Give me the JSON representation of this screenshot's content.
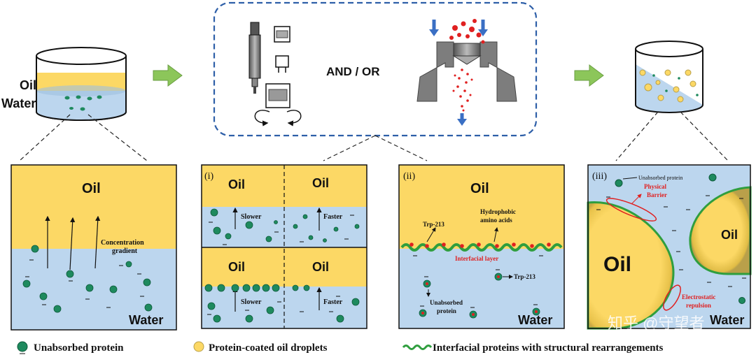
{
  "top": {
    "left_beaker": {
      "oil_label": "Oil",
      "water_label": "Water"
    },
    "process": {
      "and_or": "AND / OR"
    }
  },
  "panels": {
    "base": {
      "oil": "Oil",
      "water": "Water",
      "gradient_line1": "Concentration",
      "gradient_line2": "gradient"
    },
    "i": {
      "tag": "(i)",
      "top_left_oil": "Oil",
      "top_right_oil": "Oil",
      "bottom_left_oil": "Oil",
      "bottom_right_oil": "Oil",
      "slower_top": "Slower",
      "faster_top": "Faster",
      "slower_bottom": "Slower",
      "faster_bottom": "Faster"
    },
    "ii": {
      "tag": "(ii)",
      "oil": "Oil",
      "water": "Water",
      "trp_top": "Trp-213",
      "hydro_line1": "Hydrophobic",
      "hydro_line2": "amino acids",
      "interfacial": "Interfacial layer",
      "trp_bottom": "Trp-213",
      "unabs_line1": "Unabsorbed",
      "unabs_line2": "protein"
    },
    "iii": {
      "tag": "(iii)",
      "unabsorbed": "Unabsorbed protein",
      "barrier_line1": "Physical",
      "barrier_line2": "Barrier",
      "oil_big": "Oil",
      "oil_small": "Oil",
      "water": "Water",
      "electro_line1": "Electrostatic",
      "electro_line2": "repulsion"
    }
  },
  "legend": {
    "item1": "Unabsorbed protein",
    "item2": "Protein-coated oil droplets",
    "item3": "Interfacial proteins with structural rearrangements"
  },
  "watermark": "知乎 @守望者",
  "colors": {
    "oil": "#fcd865",
    "water": "#bcd6ee",
    "protein": "#1e8a5e",
    "arrow_green": "#8cc65a",
    "red": "#e02020",
    "frame_blue": "#2e5fa8"
  }
}
